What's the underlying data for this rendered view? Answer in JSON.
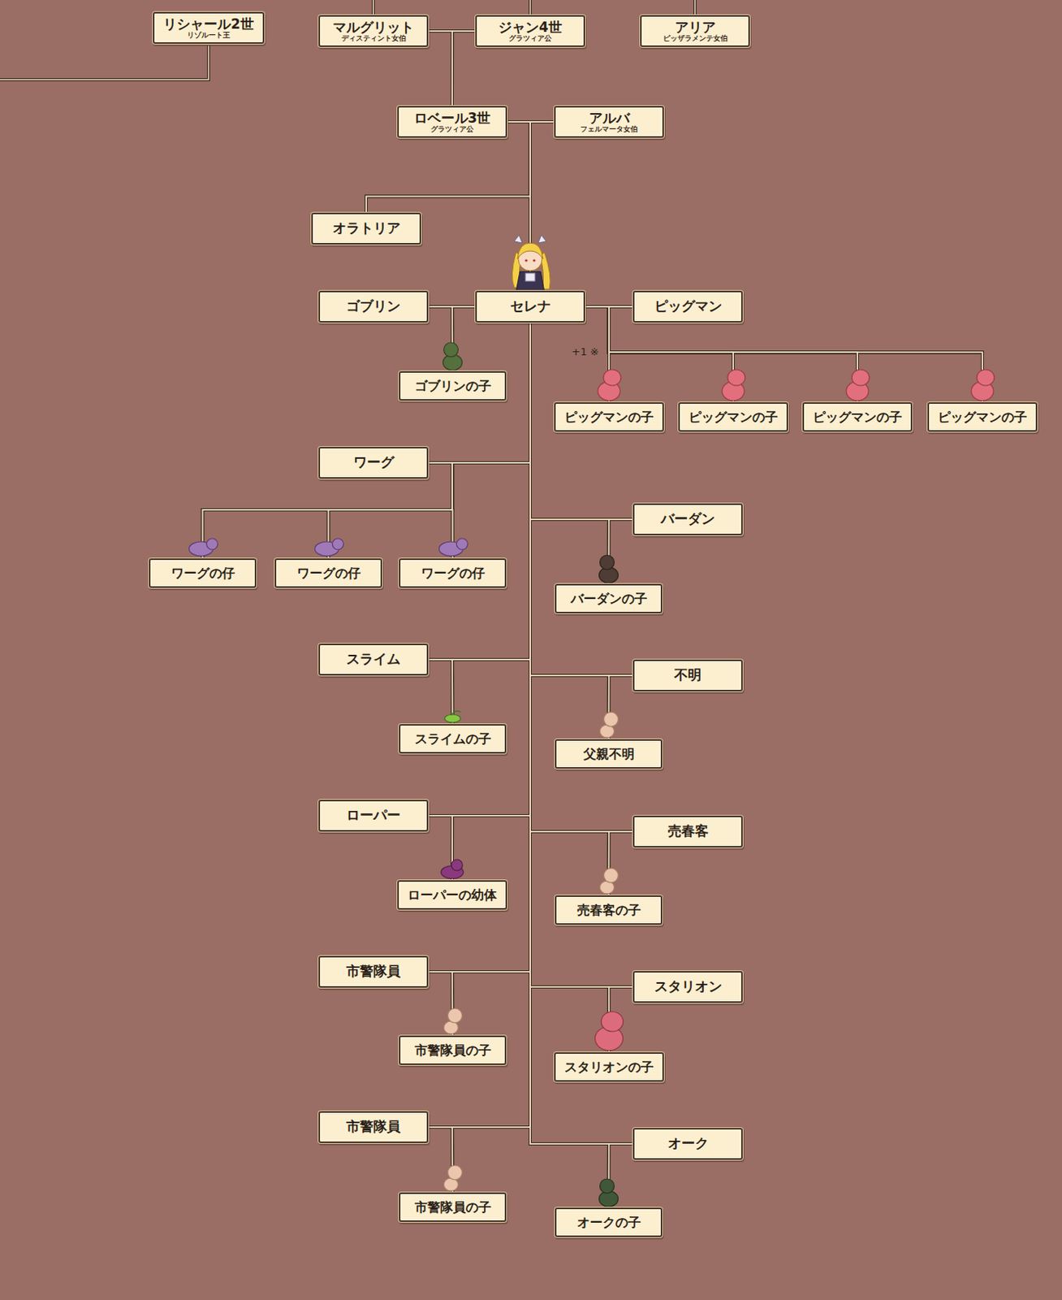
{
  "diagram": {
    "nodes": [
      {
        "text": [
          "リシャール2世",
          "リゾルート王"
        ]
      },
      {
        "text": [
          "マルグリット",
          "ディスティント女伯"
        ]
      },
      {
        "text": [
          "ジャン4世",
          "グラツィア公"
        ]
      },
      {
        "text": [
          "アリア",
          "ピッザラメンテ女伯"
        ]
      },
      {
        "text": [
          "ロベール3世",
          "グラツィア公"
        ]
      },
      {
        "text": [
          "アルバ",
          "フェルマータ女伯"
        ]
      },
      {
        "text": [
          "オラトリア"
        ]
      },
      {
        "text": [
          "ゴブリン"
        ]
      },
      {
        "text": [
          "セレナ"
        ]
      },
      {
        "text": [
          "ピッグマン"
        ]
      },
      {
        "text": [
          "ゴブリンの子"
        ]
      },
      {
        "text": [
          "ピッグマンの子"
        ]
      },
      {
        "text": [
          "ピッグマンの子"
        ]
      },
      {
        "text": [
          "ピッグマンの子"
        ]
      },
      {
        "text": [
          "ピッグマンの子"
        ]
      },
      {
        "text": [
          "ワーグ"
        ]
      },
      {
        "text": [
          "ワーグの仔"
        ]
      },
      {
        "text": [
          "ワーグの仔"
        ]
      },
      {
        "text": [
          "ワーグの仔"
        ]
      },
      {
        "text": [
          "バーダン"
        ]
      },
      {
        "text": [
          "バーダンの子"
        ]
      },
      {
        "text": [
          "スライム"
        ]
      },
      {
        "text": [
          "スライムの子"
        ]
      },
      {
        "text": [
          "不明"
        ]
      },
      {
        "text": [
          "父親不明"
        ]
      },
      {
        "text": [
          "ローパー"
        ]
      },
      {
        "text": [
          "ローパーの幼体"
        ]
      },
      {
        "text": [
          "売春客"
        ]
      },
      {
        "text": [
          "売春客の子"
        ]
      },
      {
        "text": [
          "市警隊員"
        ]
      },
      {
        "text": [
          "市警隊員の子"
        ]
      },
      {
        "text": [
          "スタリオン"
        ]
      },
      {
        "text": [
          "スタリオンの子"
        ]
      },
      {
        "text": [
          "市警隊員"
        ]
      },
      {
        "text": [
          "市警隊員の子"
        ]
      },
      {
        "text": [
          "オーク"
        ]
      },
      {
        "text": [
          "オークの子"
        ]
      }
    ],
    "edges": [
      {
        "from": 1,
        "to": 2,
        "arrow": "none"
      },
      {
        "from": 1,
        "to": 4,
        "arrow": "none"
      },
      {
        "from": 2,
        "to": 4,
        "arrow": "none"
      },
      {
        "from": 4,
        "to": 5,
        "arrow": "none"
      },
      {
        "from": 4,
        "to": 6,
        "arrow": "none"
      },
      {
        "from": 5,
        "to": 6,
        "arrow": "none"
      },
      {
        "from": 4,
        "to": 8,
        "arrow": "none"
      },
      {
        "from": 5,
        "to": 8,
        "arrow": "none"
      },
      {
        "from": 7,
        "to": 8,
        "arrow": "none"
      },
      {
        "from": 7,
        "to": 10,
        "arrow": "none"
      },
      {
        "from": 8,
        "to": 10,
        "arrow": "none"
      },
      {
        "from": 8,
        "to": 9,
        "arrow": "none"
      },
      {
        "from": 9,
        "to": 11,
        "arrow": "none"
      },
      {
        "from": 8,
        "to": 11,
        "arrow": "none"
      },
      {
        "from": 9,
        "to": 12,
        "arrow": "none"
      },
      {
        "from": 8,
        "to": 12,
        "arrow": "none"
      },
      {
        "from": 9,
        "to": 13,
        "arrow": "none"
      },
      {
        "from": 8,
        "to": 13,
        "arrow": "none"
      },
      {
        "from": 9,
        "to": 14,
        "arrow": "none"
      },
      {
        "from": 8,
        "to": 14,
        "arrow": "none"
      },
      {
        "from": 8,
        "to": 15,
        "arrow": "none"
      },
      {
        "from": 15,
        "to": 16,
        "arrow": "none"
      },
      {
        "from": 8,
        "to": 16,
        "arrow": "none"
      },
      {
        "from": 15,
        "to": 17,
        "arrow": "none"
      },
      {
        "from": 8,
        "to": 17,
        "arrow": "none"
      },
      {
        "from": 15,
        "to": 18,
        "arrow": "none"
      },
      {
        "from": 8,
        "to": 18,
        "arrow": "none"
      },
      {
        "from": 8,
        "to": 19,
        "arrow": "none"
      },
      {
        "from": 19,
        "to": 20,
        "arrow": "none"
      },
      {
        "from": 8,
        "to": 20,
        "arrow": "none"
      },
      {
        "from": 8,
        "to": 21,
        "arrow": "none"
      },
      {
        "from": 21,
        "to": 22,
        "arrow": "none"
      },
      {
        "from": 8,
        "to": 22,
        "arrow": "none"
      },
      {
        "from": 8,
        "to": 23,
        "arrow": "none"
      },
      {
        "from": 23,
        "to": 24,
        "arrow": "none"
      },
      {
        "from": 8,
        "to": 24,
        "arrow": "none"
      },
      {
        "from": 8,
        "to": 25,
        "arrow": "none"
      },
      {
        "from": 25,
        "to": 26,
        "arrow": "none"
      },
      {
        "from": 8,
        "to": 26,
        "arrow": "none"
      },
      {
        "from": 8,
        "to": 27,
        "arrow": "none"
      },
      {
        "from": 27,
        "to": 28,
        "arrow": "none"
      },
      {
        "from": 8,
        "to": 28,
        "arrow": "none"
      },
      {
        "from": 8,
        "to": 29,
        "arrow": "none"
      },
      {
        "from": 29,
        "to": 30,
        "arrow": "none"
      },
      {
        "from": 8,
        "to": 30,
        "arrow": "none"
      },
      {
        "from": 8,
        "to": 31,
        "arrow": "none"
      },
      {
        "from": 31,
        "to": 32,
        "arrow": "none"
      },
      {
        "from": 8,
        "to": 32,
        "arrow": "none"
      },
      {
        "from": 8,
        "to": 33,
        "arrow": "none"
      },
      {
        "from": 33,
        "to": 34,
        "arrow": "none"
      },
      {
        "from": 8,
        "to": 34,
        "arrow": "none"
      },
      {
        "from": 8,
        "to": 35,
        "arrow": "none"
      },
      {
        "from": 35,
        "to": 36,
        "arrow": "none"
      },
      {
        "from": 8,
        "to": 36,
        "arrow": "none"
      }
    ],
    "labels": [
      "+1 ※"
    ]
  }
}
